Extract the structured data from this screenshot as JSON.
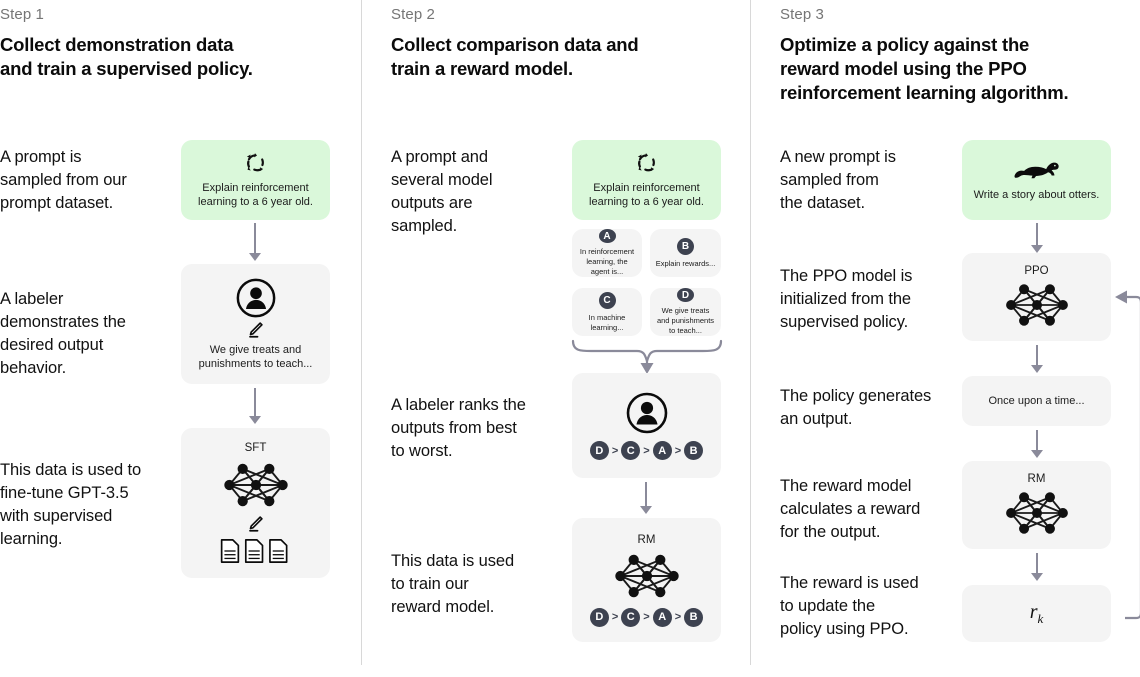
{
  "diagram": {
    "title": "InstructGPT / RLHF three-step training diagram",
    "accent_green": "#daf8da",
    "card_gray": "#f4f4f4",
    "arrow_gray": "#8a8a9a",
    "badge_navy": "#3d4250"
  },
  "steps": [
    {
      "label": "Step 1",
      "title": "Collect demonstration data\nand train a supervised policy.",
      "title_lines": [
        "Collect demonstration data",
        "and train a supervised policy."
      ],
      "captions": [
        "A prompt is\nsampled from our\nprompt dataset.",
        "A labeler\ndemonstrates the\ndesired output\nbehavior.",
        "This data is used to\nfine-tune GPT-3.5\nwith supervised\nlearning."
      ],
      "cards": [
        {
          "name": "prompt-card",
          "style": "green",
          "icon": "cycle-icon",
          "text": "Explain reinforcement learning to a 6 year old."
        },
        {
          "name": "labeler-card",
          "style": "gray",
          "icon": "person-circle-icon",
          "icon2": "pencil-icon",
          "text": "We give treats and punishments to teach..."
        },
        {
          "name": "sft-card",
          "style": "gray",
          "title": "SFT",
          "icon": "neural-net-icon",
          "icon2": "pencil-icon",
          "icon3": "documents-icon"
        }
      ]
    },
    {
      "label": "Step 2",
      "title": "Collect comparison data and\ntrain a reward model.",
      "title_lines": [
        "Collect comparison data and",
        "train a reward model."
      ],
      "captions": [
        "A prompt and\nseveral model\noutputs are\nsampled.",
        "A labeler ranks the\noutputs from best\nto worst.",
        "This data is used\nto train our\nreward model."
      ],
      "cards": [
        {
          "name": "prompt-card",
          "style": "green",
          "icon": "cycle-icon",
          "text": "Explain reinforcement learning to a 6 year old."
        },
        {
          "name": "rank-card",
          "style": "gray",
          "icon": "person-circle-icon",
          "ranking": [
            "D",
            "C",
            "A",
            "B"
          ]
        },
        {
          "name": "rm-card",
          "style": "gray",
          "title": "RM",
          "icon": "neural-net-icon",
          "ranking": [
            "D",
            "C",
            "A",
            "B"
          ]
        }
      ],
      "options": [
        {
          "letter": "A",
          "text": "In reinforcement learning, the agent is..."
        },
        {
          "letter": "B",
          "text": "Explain rewards..."
        },
        {
          "letter": "C",
          "text": "In machine learning..."
        },
        {
          "letter": "D",
          "text": "We give treats and punishments to teach..."
        }
      ]
    },
    {
      "label": "Step 3",
      "title": "Optimize a policy against the\nreward model using the PPO\nreinforcement learning algorithm.",
      "title_lines": [
        "Optimize a policy against the",
        "reward model using the PPO",
        "reinforcement learning algorithm."
      ],
      "captions": [
        "A new prompt is\nsampled from\nthe dataset.",
        "The PPO model is\ninitialized from the\nsupervised policy.",
        "The policy generates\nan output.",
        "The reward model\ncalculates a reward\nfor the output.",
        "The reward is used\nto update the\npolicy using PPO."
      ],
      "cards": [
        {
          "name": "prompt-card",
          "style": "green",
          "icon": "otter-icon",
          "text": "Write a story about otters."
        },
        {
          "name": "ppo-card",
          "style": "gray",
          "title": "PPO",
          "icon": "neural-net-icon"
        },
        {
          "name": "output-card",
          "style": "gray",
          "text": "Once upon a time..."
        },
        {
          "name": "rm-card",
          "style": "gray",
          "title": "RM",
          "icon": "neural-net-icon"
        },
        {
          "name": "reward-card",
          "style": "gray",
          "formula_base": "r",
          "formula_sub": "k"
        }
      ]
    }
  ]
}
